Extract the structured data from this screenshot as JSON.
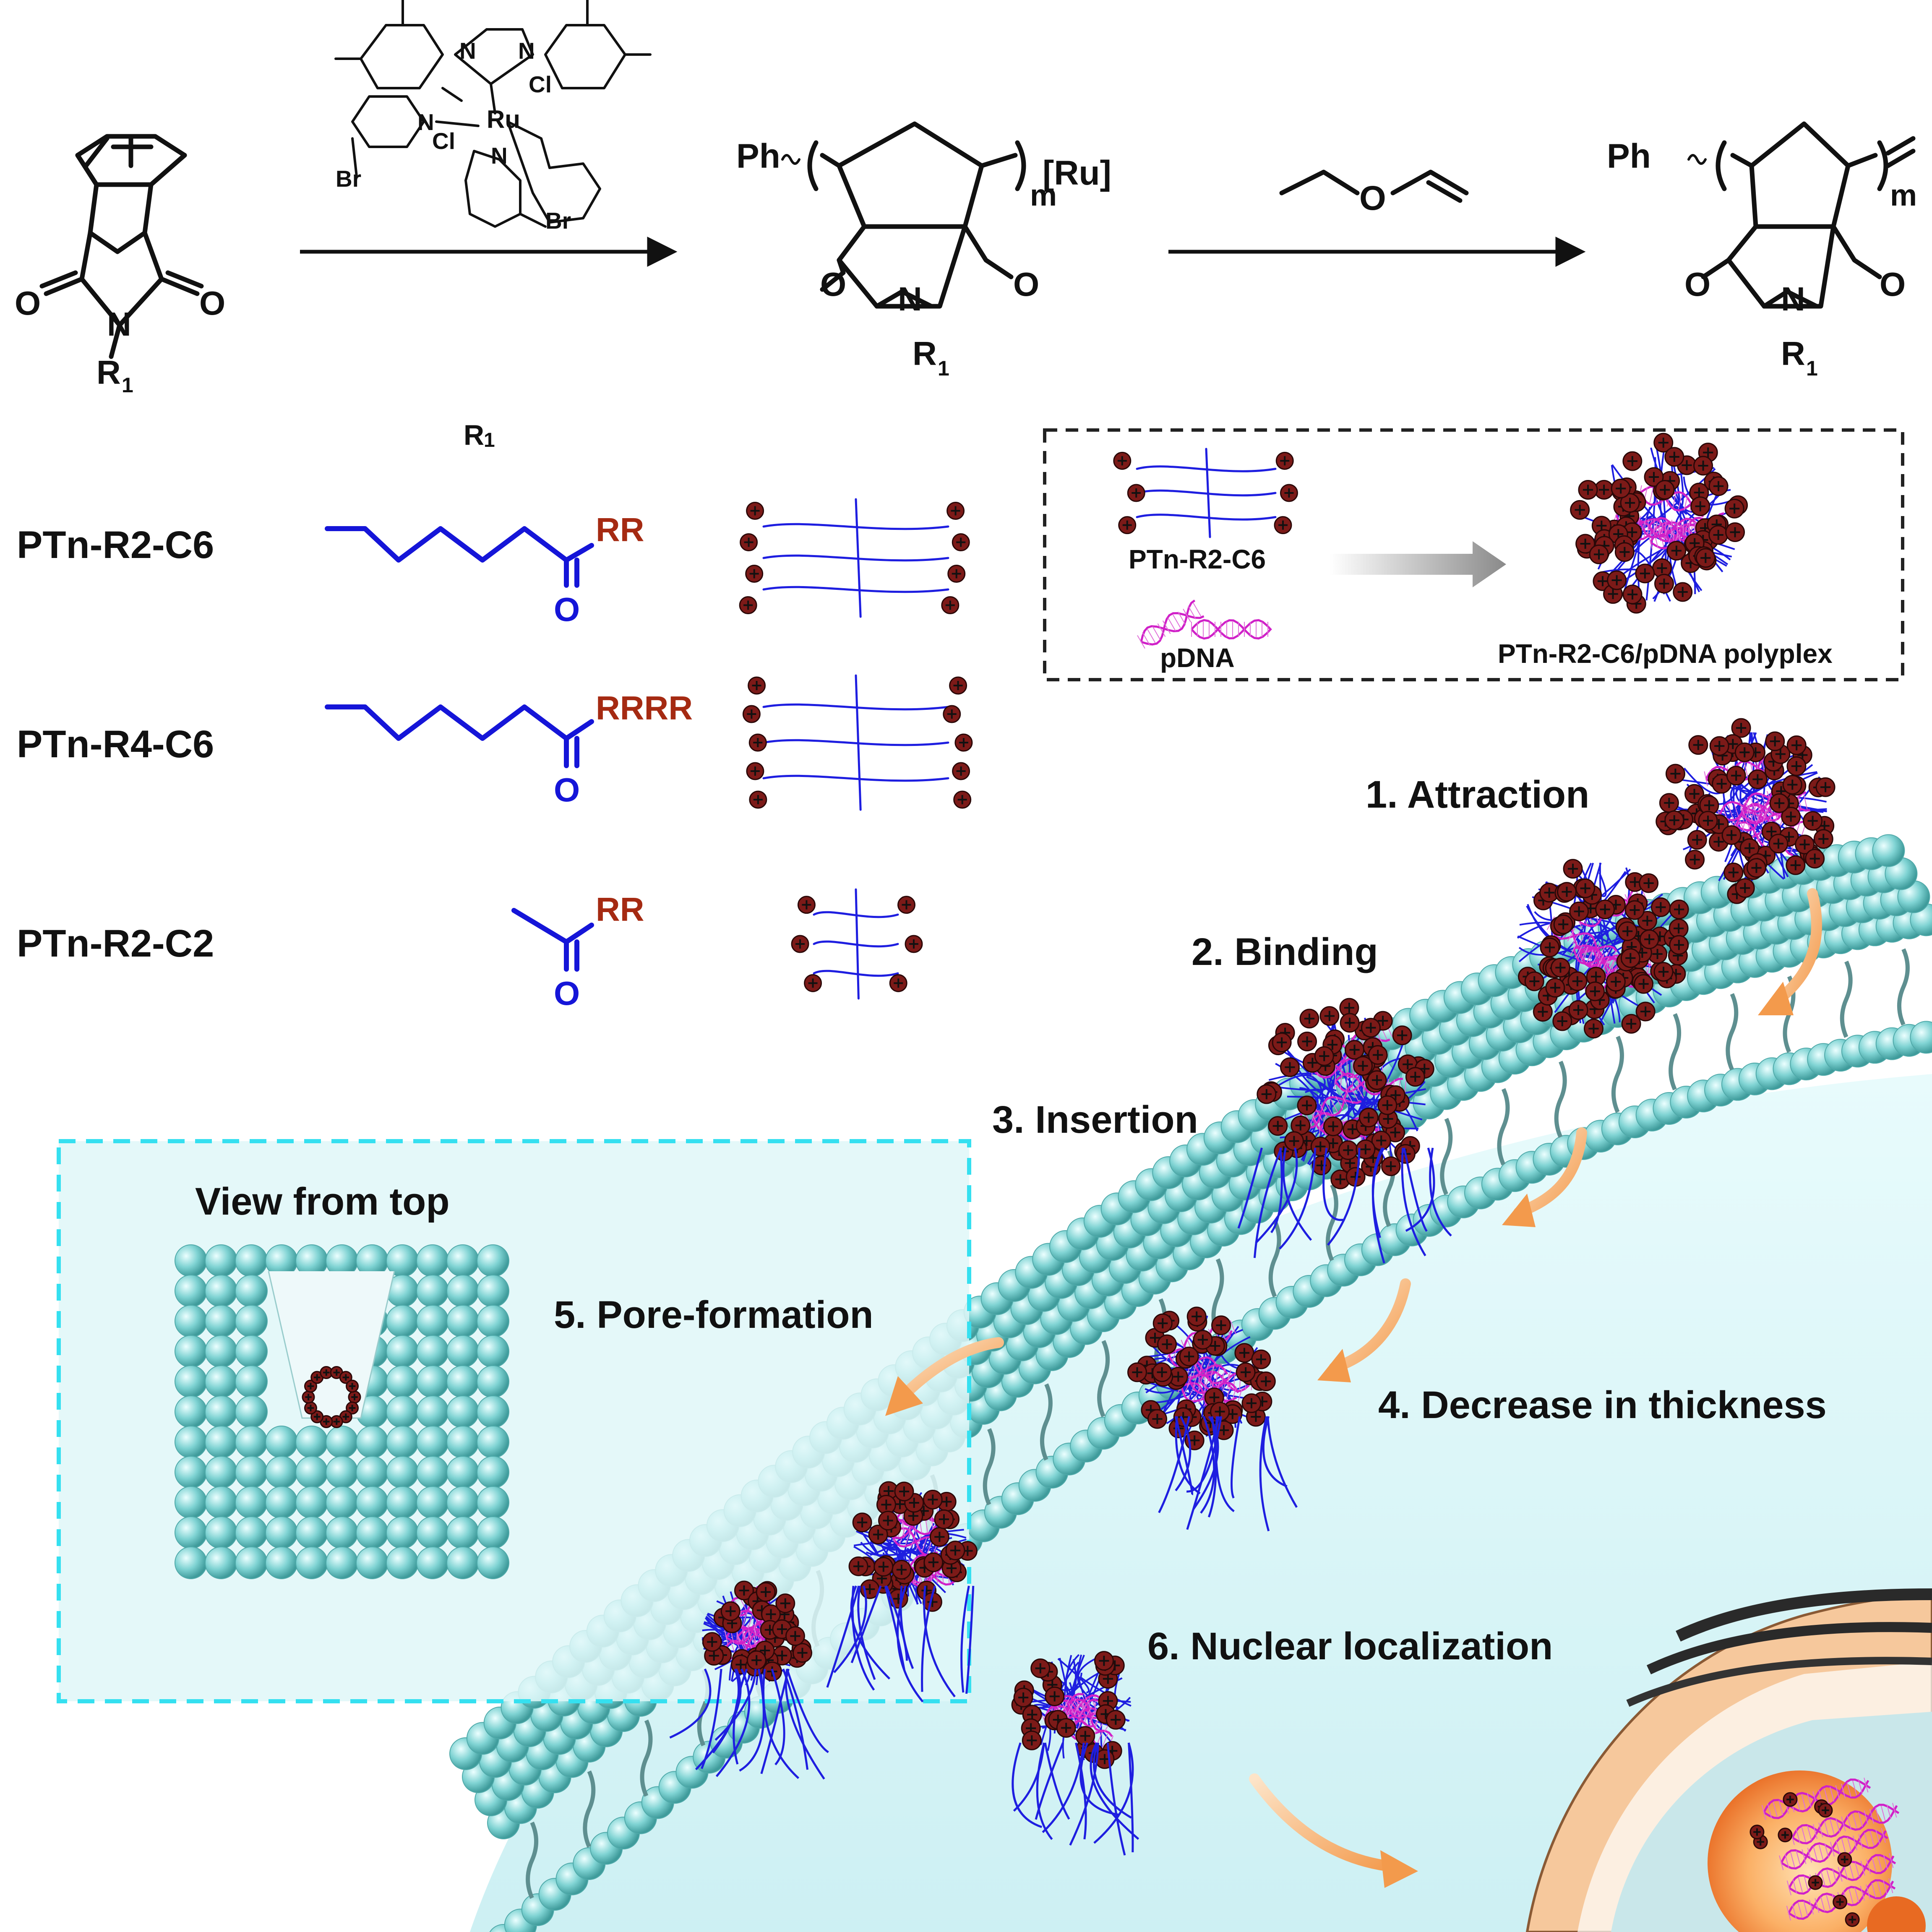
{
  "reaction": {
    "catalyst": {
      "n1": "N",
      "n2": "N",
      "ru": "Ru",
      "cl_top": "Cl",
      "cl_bottom": "Cl",
      "py_n1": "N",
      "py_n2": "N",
      "br1": "Br",
      "br2": "Br"
    },
    "monomer": {
      "o_left": "O",
      "o_right": "O",
      "n": "N",
      "r": "R",
      "r_sub": "1"
    },
    "polymer_ru": {
      "ph": "Ph",
      "m": "m",
      "ru_end": "[Ru]",
      "o_left": "O",
      "o_right": "O",
      "n": "N",
      "r": "R",
      "r_sub": "1"
    },
    "quench_reagent": {
      "o": "O"
    },
    "polymer_final": {
      "ph": "Ph",
      "m": "m",
      "o_left": "O",
      "o_right": "O",
      "n": "N",
      "r": "R",
      "r_sub": "1"
    }
  },
  "r1_header": {
    "r": "R",
    "sub": "1"
  },
  "polymers": [
    {
      "name": "PTn-R2-C6",
      "end_group": "RR",
      "carbonyl_o": "O"
    },
    {
      "name": "PTn-R4-C6",
      "end_group": "RRRR",
      "carbonyl_o": "O"
    },
    {
      "name": "PTn-R2-C2",
      "end_group": "RR",
      "carbonyl_o": "O"
    }
  ],
  "inset": {
    "polymer_label": "PTn-R2-C6",
    "dna_label": "pDNA",
    "product_label": "PTn-R2-C6/pDNA polyplex"
  },
  "steps": [
    "1. Attraction",
    "2. Binding",
    "3. Insertion",
    "4. Decrease in thickness",
    "5. Pore-formation",
    "6. Nuclear localization"
  ],
  "top_view": {
    "title": "View from top"
  },
  "colors": {
    "chem_blue": "#1515d8",
    "end_group_red": "#a52a12",
    "bead_maroon": "#7c1a18",
    "dna_magenta": "#d020c8",
    "membrane_teal": "#7fd3d3",
    "cytoplasm": "#dcf6f8",
    "inset_border": "#35e0f0",
    "arrow_orange": "#f4a765",
    "nucleus_orange": "#f27a2a"
  }
}
